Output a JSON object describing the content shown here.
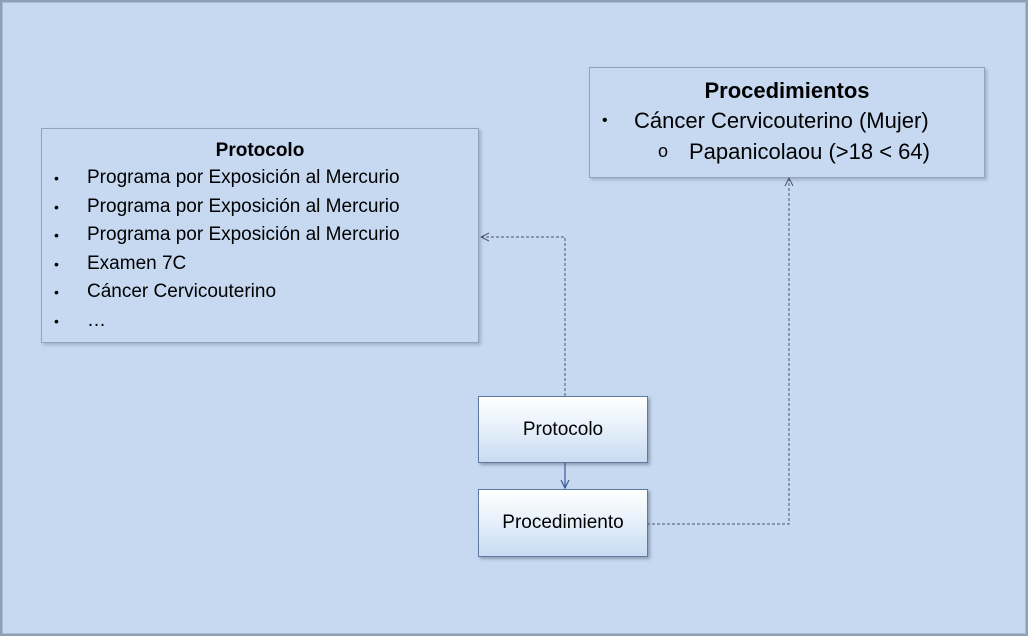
{
  "protocol_panel": {
    "title": "Protocolo",
    "bullet": "•",
    "items": [
      "Programa por Exposición al Mercurio",
      "Programa por Exposición al Mercurio",
      "Programa por Exposición al Mercurio",
      "Examen 7C",
      "Cáncer Cervicouterino",
      "…"
    ]
  },
  "procedures_panel": {
    "title": "Procedimientos",
    "bullet": "•",
    "sub_bullet": "o",
    "item": "Cáncer Cervicouterino  (Mujer)",
    "sub_item": "Papanicolaou (>18 < 64)"
  },
  "nodes": {
    "protocolo": "Protocolo",
    "procedimiento": "Procedimiento"
  },
  "colors": {
    "background": "#c6d9f1",
    "connector_dashed": "#4a5568",
    "connector_solid": "#3a5a9a"
  }
}
